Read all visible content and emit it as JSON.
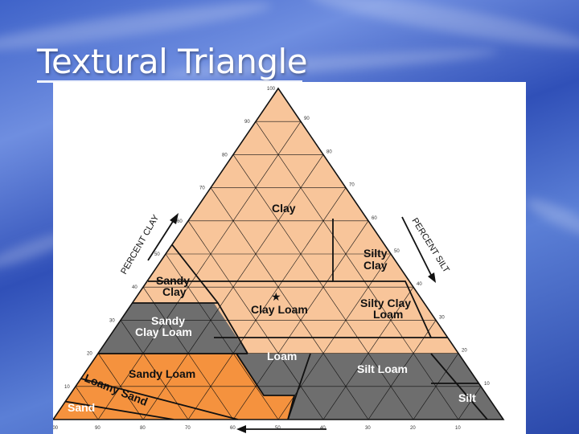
{
  "slide": {
    "title": "Textural Triangle"
  },
  "diagram": {
    "axes": {
      "clay_title": "PERCENT CLAY",
      "silt_title": "PERCENT SILT",
      "clay_ticks": [
        "100",
        "90",
        "80",
        "70",
        "60",
        "50",
        "40",
        "30",
        "20",
        "10"
      ],
      "silt_ticks": [
        "90",
        "80",
        "70",
        "60",
        "50",
        "40",
        "30",
        "20",
        "10"
      ],
      "sand_ticks": [
        "100",
        "90",
        "80",
        "70",
        "60",
        "50",
        "40",
        "30",
        "20",
        "10"
      ]
    },
    "regions": {
      "clay": "Clay",
      "silty_clay_1": "Silty",
      "silty_clay_2": "Clay",
      "sandy_clay_1": "Sandy",
      "sandy_clay_2": "Clay",
      "clay_loam": "Clay Loam",
      "silty_clay_loam_1": "Silty Clay",
      "silty_clay_loam_2": "Loam",
      "sandy_clay_loam_1": "Sandy",
      "sandy_clay_loam_2": "Clay Loam",
      "loam": "Loam",
      "silt_loam": "Silt Loam",
      "sandy_loam": "Sandy Loam",
      "loamy_sand": "Loamy Sand",
      "sand": "Sand",
      "silt": "Silt"
    },
    "colors": {
      "light_orange": "#f8c59a",
      "dark_orange": "#f5923e",
      "gray": "#6e6e6e",
      "line": "#111111"
    }
  }
}
